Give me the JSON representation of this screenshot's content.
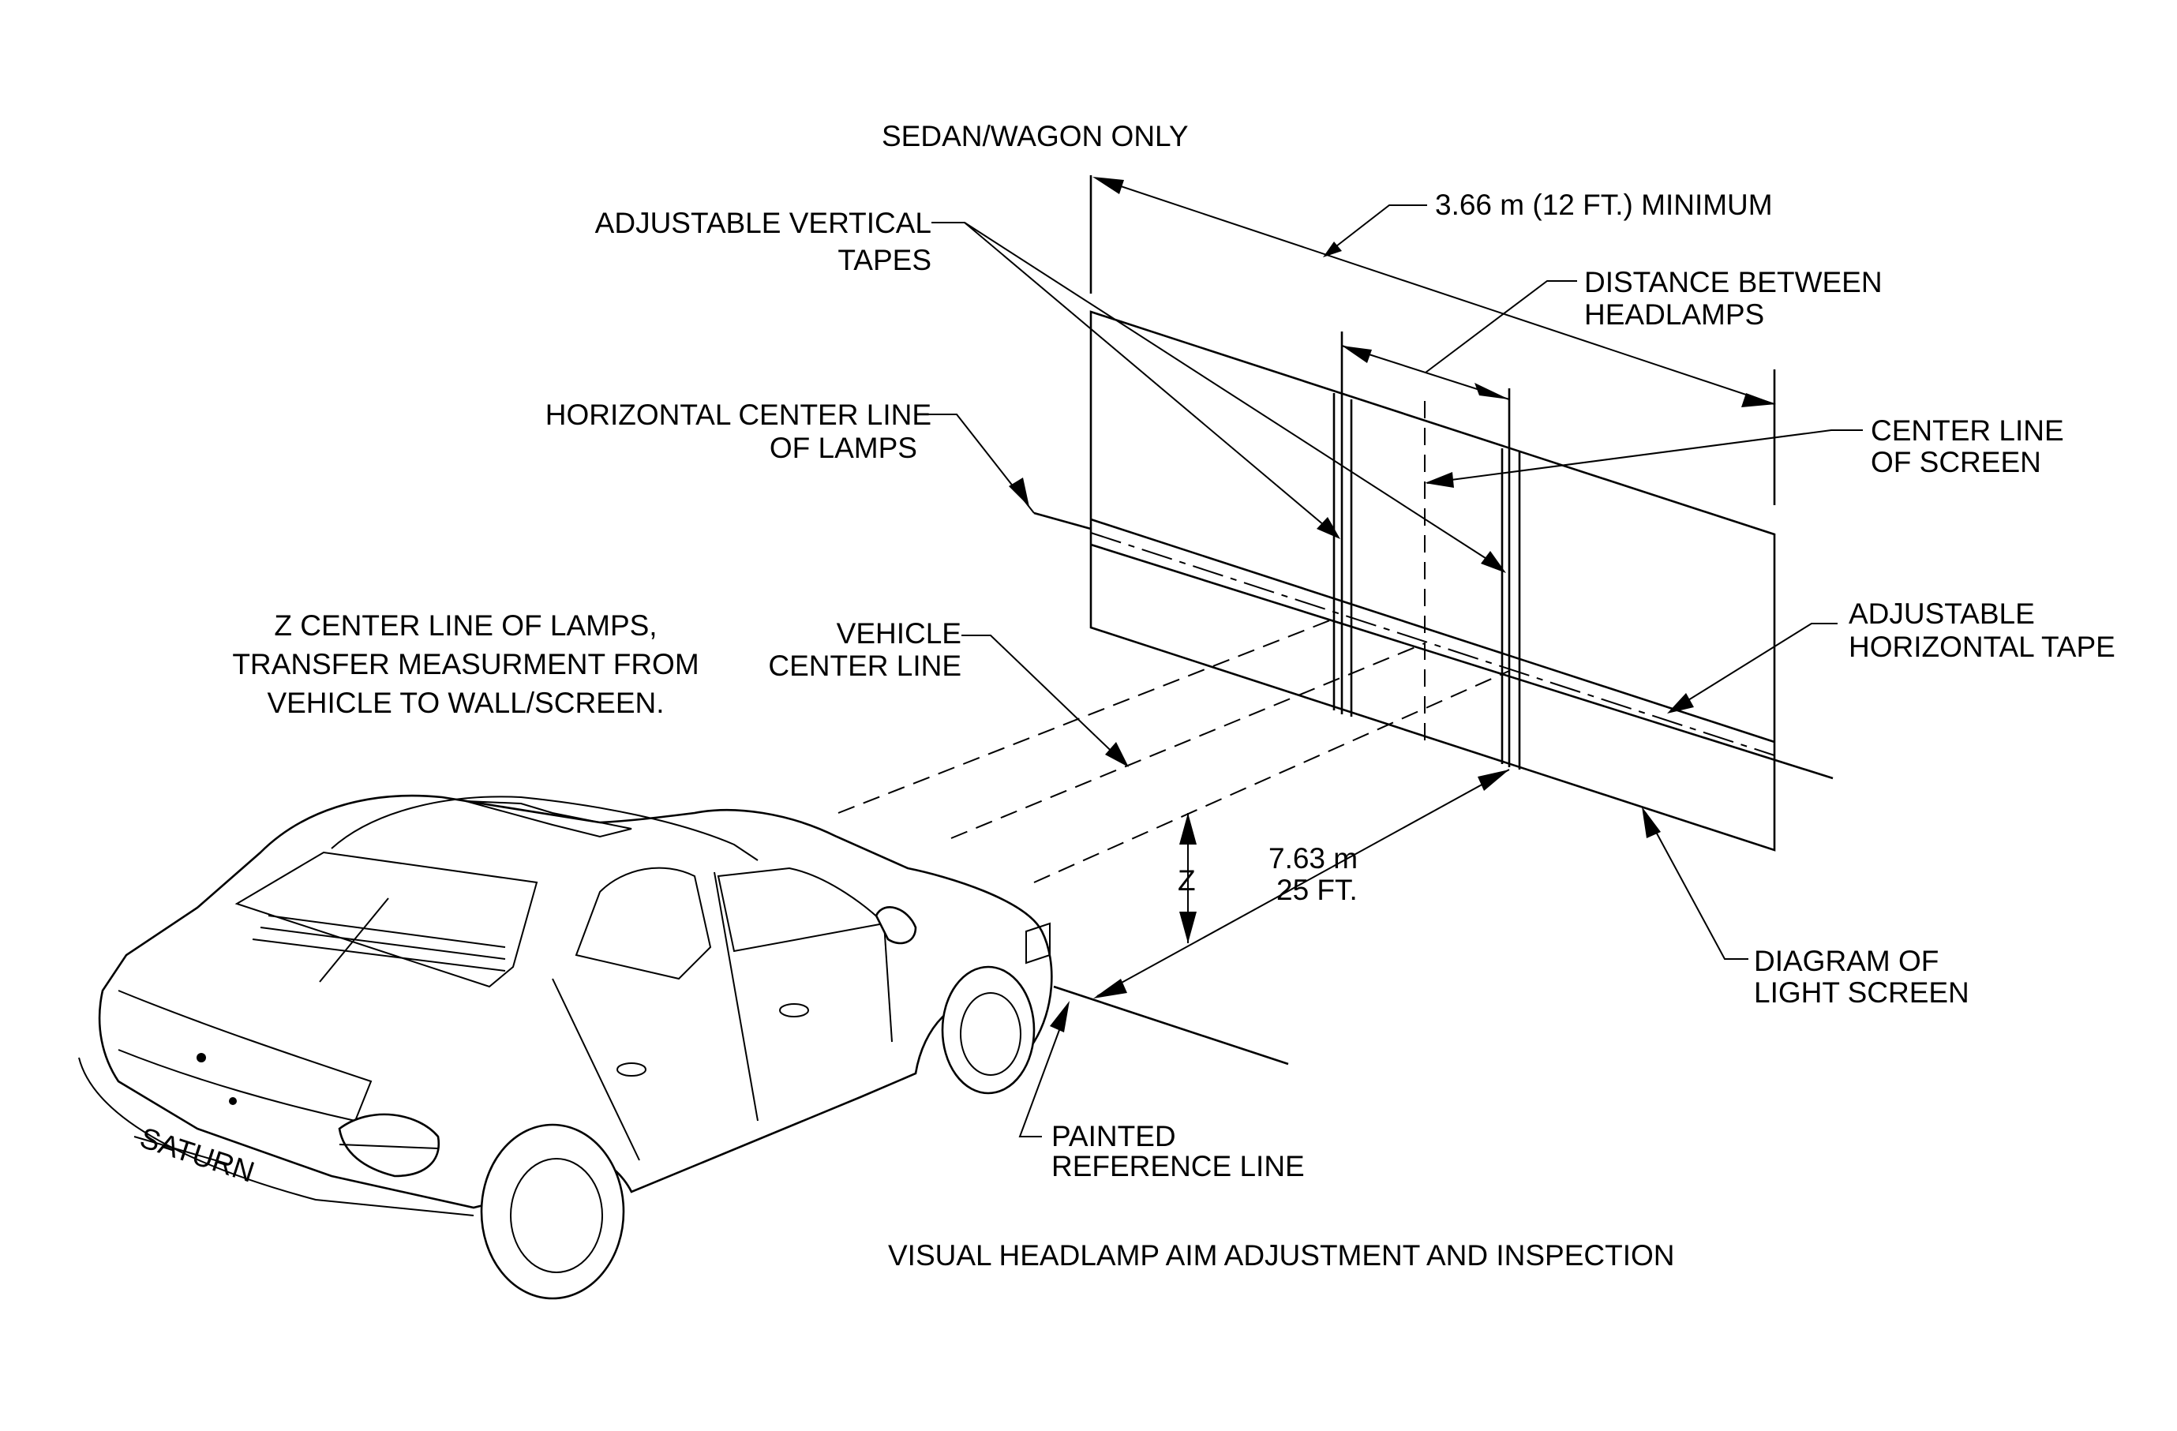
{
  "labels": {
    "sedan_wagon": "SEDAN/WAGON ONLY",
    "minimum_distance": "3.66 m (12 FT.) MINIMUM",
    "adj_vertical_1": "ADJUSTABLE VERTICAL",
    "adj_vertical_2": "TAPES",
    "distance_headlamps_1": "DISTANCE BETWEEN",
    "distance_headlamps_2": "HEADLAMPS",
    "horiz_center_1": "HORIZONTAL CENTER LINE",
    "horiz_center_2": "OF LAMPS",
    "center_screen_1": "CENTER LINE",
    "center_screen_2": "OF SCREEN",
    "z_center_1": "Z CENTER LINE OF LAMPS,",
    "z_center_2": "TRANSFER MEASURMENT FROM",
    "z_center_3": "VEHICLE TO WALL/SCREEN.",
    "vehicle_center_1": "VEHICLE",
    "vehicle_center_2": "CENTER LINE",
    "adj_horizontal_1": "ADJUSTABLE",
    "adj_horizontal_2": "HORIZONTAL TAPE",
    "z_mark": "Z",
    "dist_metric": "7.63 m",
    "dist_feet": "25 FT.",
    "diagram_screen_1": "DIAGRAM OF",
    "diagram_screen_2": "LIGHT SCREEN",
    "painted_ref_1": "PAINTED",
    "painted_ref_2": "REFERENCE LINE",
    "caption": "VISUAL HEADLAMP AIM ADJUSTMENT AND INSPECTION"
  }
}
